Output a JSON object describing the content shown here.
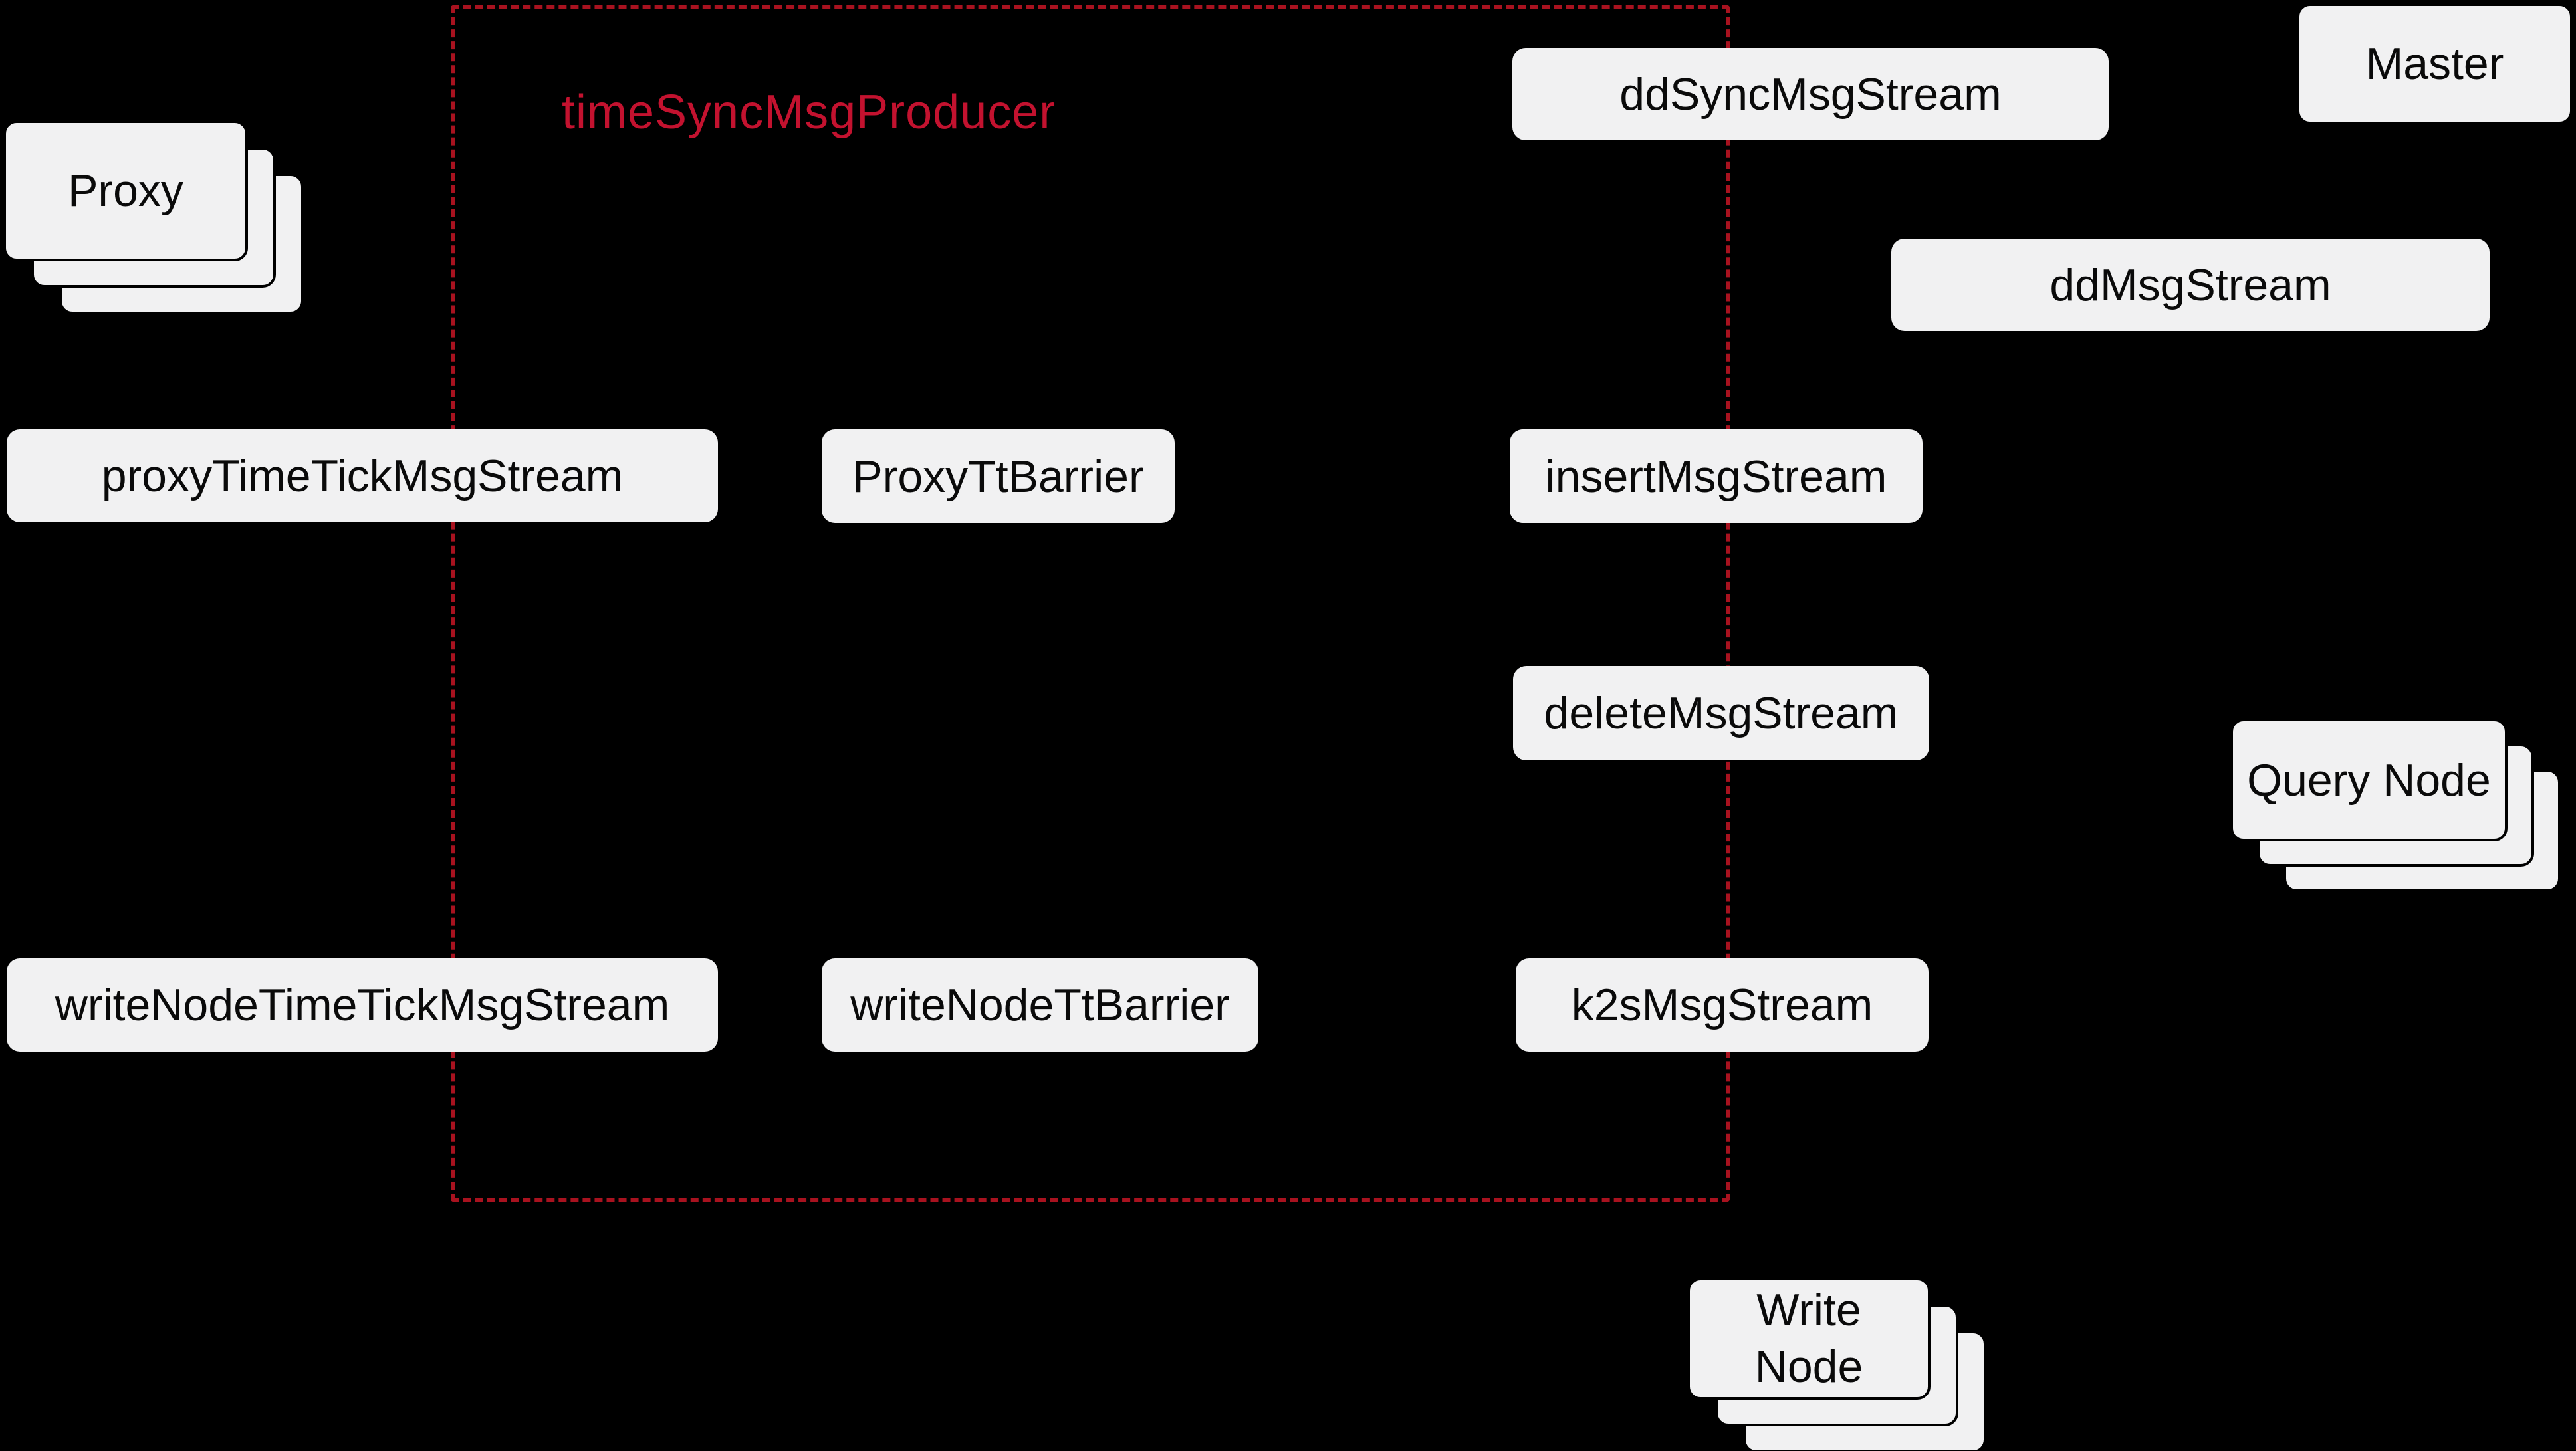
{
  "diagram": {
    "colors": {
      "background": "#000000",
      "box_fill": "#f1f1f2",
      "group_border": "#a8121f",
      "group_label": "#c3122f",
      "text": "#0a0a0a"
    },
    "group": {
      "label": "timeSyncMsgProducer"
    },
    "nodes": {
      "proxy": {
        "label": "Proxy"
      },
      "master": {
        "label": "Master"
      },
      "query_node": {
        "label": "Query Node"
      },
      "write_node": {
        "lines": [
          "Write",
          "Node"
        ]
      }
    },
    "streams": {
      "dd_sync_msg_stream": {
        "label": "ddSyncMsgStream"
      },
      "dd_msg_stream": {
        "label": "ddMsgStream"
      },
      "proxy_time_tick_msg_stream": {
        "label": "proxyTimeTickMsgStream"
      },
      "proxy_tt_barrier": {
        "label": "ProxyTtBarrier"
      },
      "insert_msg_stream": {
        "label": "insertMsgStream"
      },
      "delete_msg_stream": {
        "label": "deleteMsgStream"
      },
      "write_node_time_tick_msg_stream": {
        "label": "writeNodeTimeTickMsgStream"
      },
      "write_node_tt_barrier": {
        "label": "writeNodeTtBarrier"
      },
      "k2s_msg_stream": {
        "label": "k2sMsgStream"
      }
    }
  }
}
